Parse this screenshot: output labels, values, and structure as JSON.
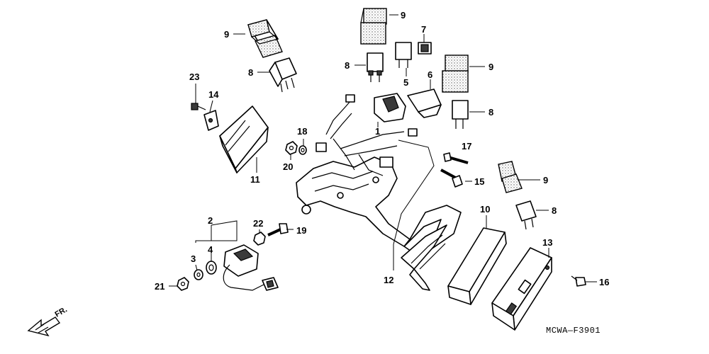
{
  "diagram_code": "MCWA—F3901",
  "direction_label": "FR.",
  "callouts": {
    "c1": "1",
    "c2": "2",
    "c3": "3",
    "c4": "4",
    "c5": "5",
    "c6": "6",
    "c7": "7",
    "c8a": "8",
    "c8b": "8",
    "c8c": "8",
    "c8d": "8",
    "c9a": "9",
    "c9b": "9",
    "c9c": "9",
    "c9d": "9",
    "c10": "10",
    "c11": "11",
    "c12": "12",
    "c13": "13",
    "c14": "14",
    "c15": "15",
    "c16": "16",
    "c17": "17",
    "c18": "18",
    "c19": "19",
    "c20": "20",
    "c21": "21",
    "c22": "22",
    "c23": "23"
  }
}
